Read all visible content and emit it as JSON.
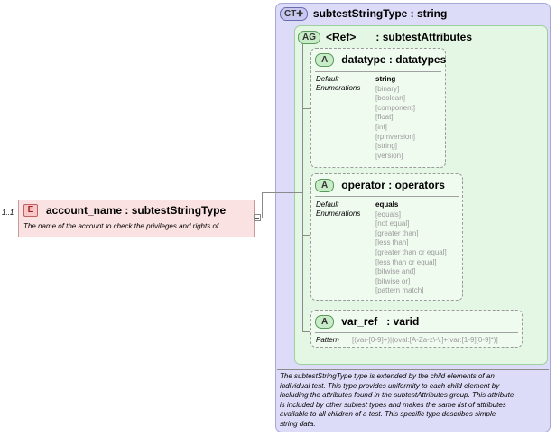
{
  "element": {
    "cardinality": "1..1",
    "badge": "E",
    "title": "account_name : subtestStringType",
    "documentation": "The name of the account to check the privileges and rights of."
  },
  "complex_type": {
    "badge": "CT",
    "title": "subtestStringType : string",
    "documentation": [
      "The subtestStringType type is extended by the child elements of an",
      "individual test.  This type provides uniformity to each child element by",
      "including the attributes found in the subtestAttributes group.  This attribute",
      "is included by other subtest types and makes the same list of attributes",
      "available to all children of a test.  This specific type describes simple",
      "string data."
    ]
  },
  "attribute_group": {
    "badge": "AG",
    "ref": "<Ref>",
    "title": ": subtestAttributes"
  },
  "attributes": [
    {
      "badge": "A",
      "title": "datatype : datatypes",
      "label_default": "Default",
      "label_enum": "Enumerations",
      "values": [
        "string",
        "[binary]",
        "[boolean]",
        "[component]",
        "[float]",
        "[int]",
        "[rpmversion]",
        "[string]",
        "[version]"
      ]
    },
    {
      "badge": "A",
      "title": "operator : operators",
      "label_default": "Default",
      "label_enum": "Enumerations",
      "values": [
        "equals",
        "[equals]",
        "[not equal]",
        "[greater than]",
        "[less than]",
        "[greater than or equal]",
        "[less than or equal]",
        "[bitwise and]",
        "[bitwise or]",
        "[pattern match]"
      ]
    },
    {
      "badge": "A",
      "title": "var_ref   : varid",
      "label_pattern": "Pattern",
      "pattern": "[(var-[0-9]+)|(oval:[A-Za-z\\-\\.]+:var:[1-9][0-9]*)]"
    }
  ]
}
